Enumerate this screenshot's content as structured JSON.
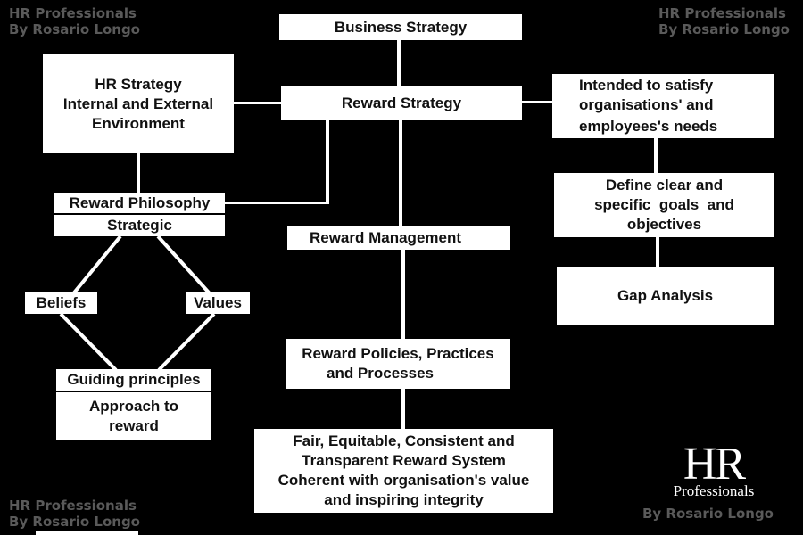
{
  "watermarks": {
    "top_left": [
      "HR Professionals",
      "By Rosario Longo"
    ],
    "top_right": [
      "HR Professionals",
      "By Rosario Longo"
    ],
    "bottom_left": [
      "HR Professionals",
      "By Rosario Longo"
    ],
    "bottom_right": "By Rosario Longo"
  },
  "logo": {
    "mark": "HR",
    "subtitle": "Professionals"
  },
  "nodes": {
    "business_strategy": [
      "Business Strategy"
    ],
    "reward_strategy": [
      "Reward Strategy"
    ],
    "hr_strategy": [
      "HR Strategy",
      "Internal and External",
      "Environment"
    ],
    "intended": [
      "Intended to satisfy",
      "organisations' and",
      "employees's needs"
    ],
    "reward_philosophy": [
      "Reward Philosophy"
    ],
    "strategic": [
      "Strategic"
    ],
    "define_goals": [
      "Define clear and",
      "specific  goals  and",
      "objectives"
    ],
    "reward_management": [
      "Reward Management"
    ],
    "gap_analysis": [
      "Gap Analysis"
    ],
    "beliefs": [
      "Beliefs"
    ],
    "values": [
      "Values"
    ],
    "policies": [
      "Reward Policies, Practices",
      "and Processes"
    ],
    "guiding_principles": [
      "Guiding principles"
    ],
    "approach": [
      "Approach to",
      "reward"
    ],
    "fair_system": [
      "Fair, Equitable, Consistent and",
      "Transparent Reward System",
      "Coherent with organisation's value",
      "and inspiring integrity"
    ]
  },
  "colors": {
    "background": "#000000",
    "box": "#ffffff",
    "text": "#111111",
    "watermark": "#5a5a5a",
    "connector": "#ffffff"
  }
}
